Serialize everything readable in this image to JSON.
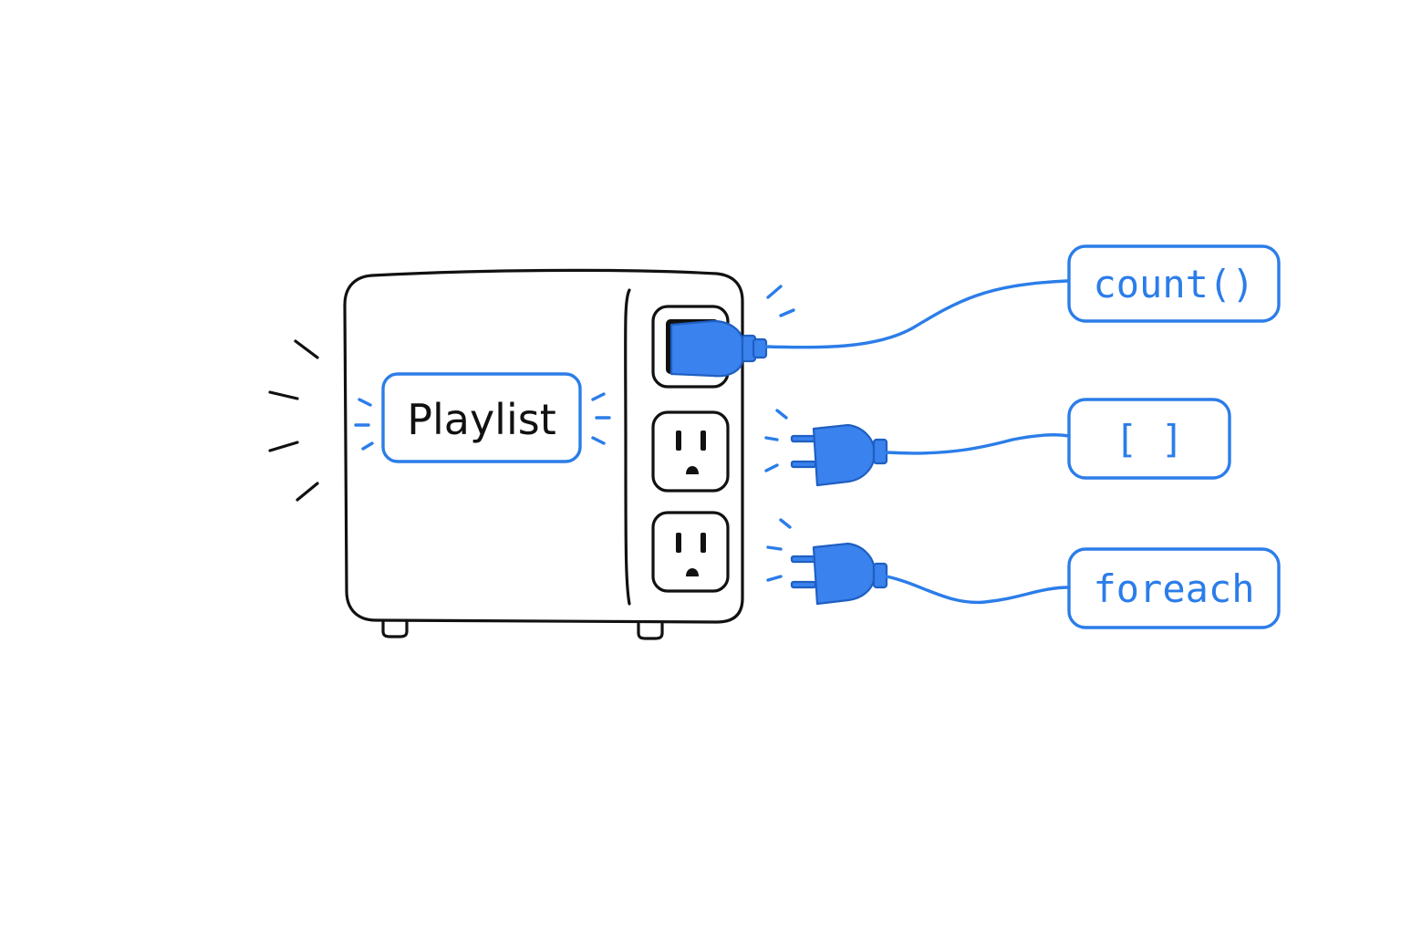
{
  "device": {
    "label": "Playlist"
  },
  "plugs": [
    {
      "name": "count-plug",
      "label": "count()",
      "state": "plugged-in"
    },
    {
      "name": "indexer-plug",
      "label": "[ ]",
      "state": "unplugged"
    },
    {
      "name": "foreach-plug",
      "label": "foreach",
      "state": "unplugged"
    }
  ],
  "colors": {
    "ink": "#111111",
    "accent": "#2b7de9",
    "plug_fill": "#3a82ee",
    "background": "#ffffff"
  }
}
